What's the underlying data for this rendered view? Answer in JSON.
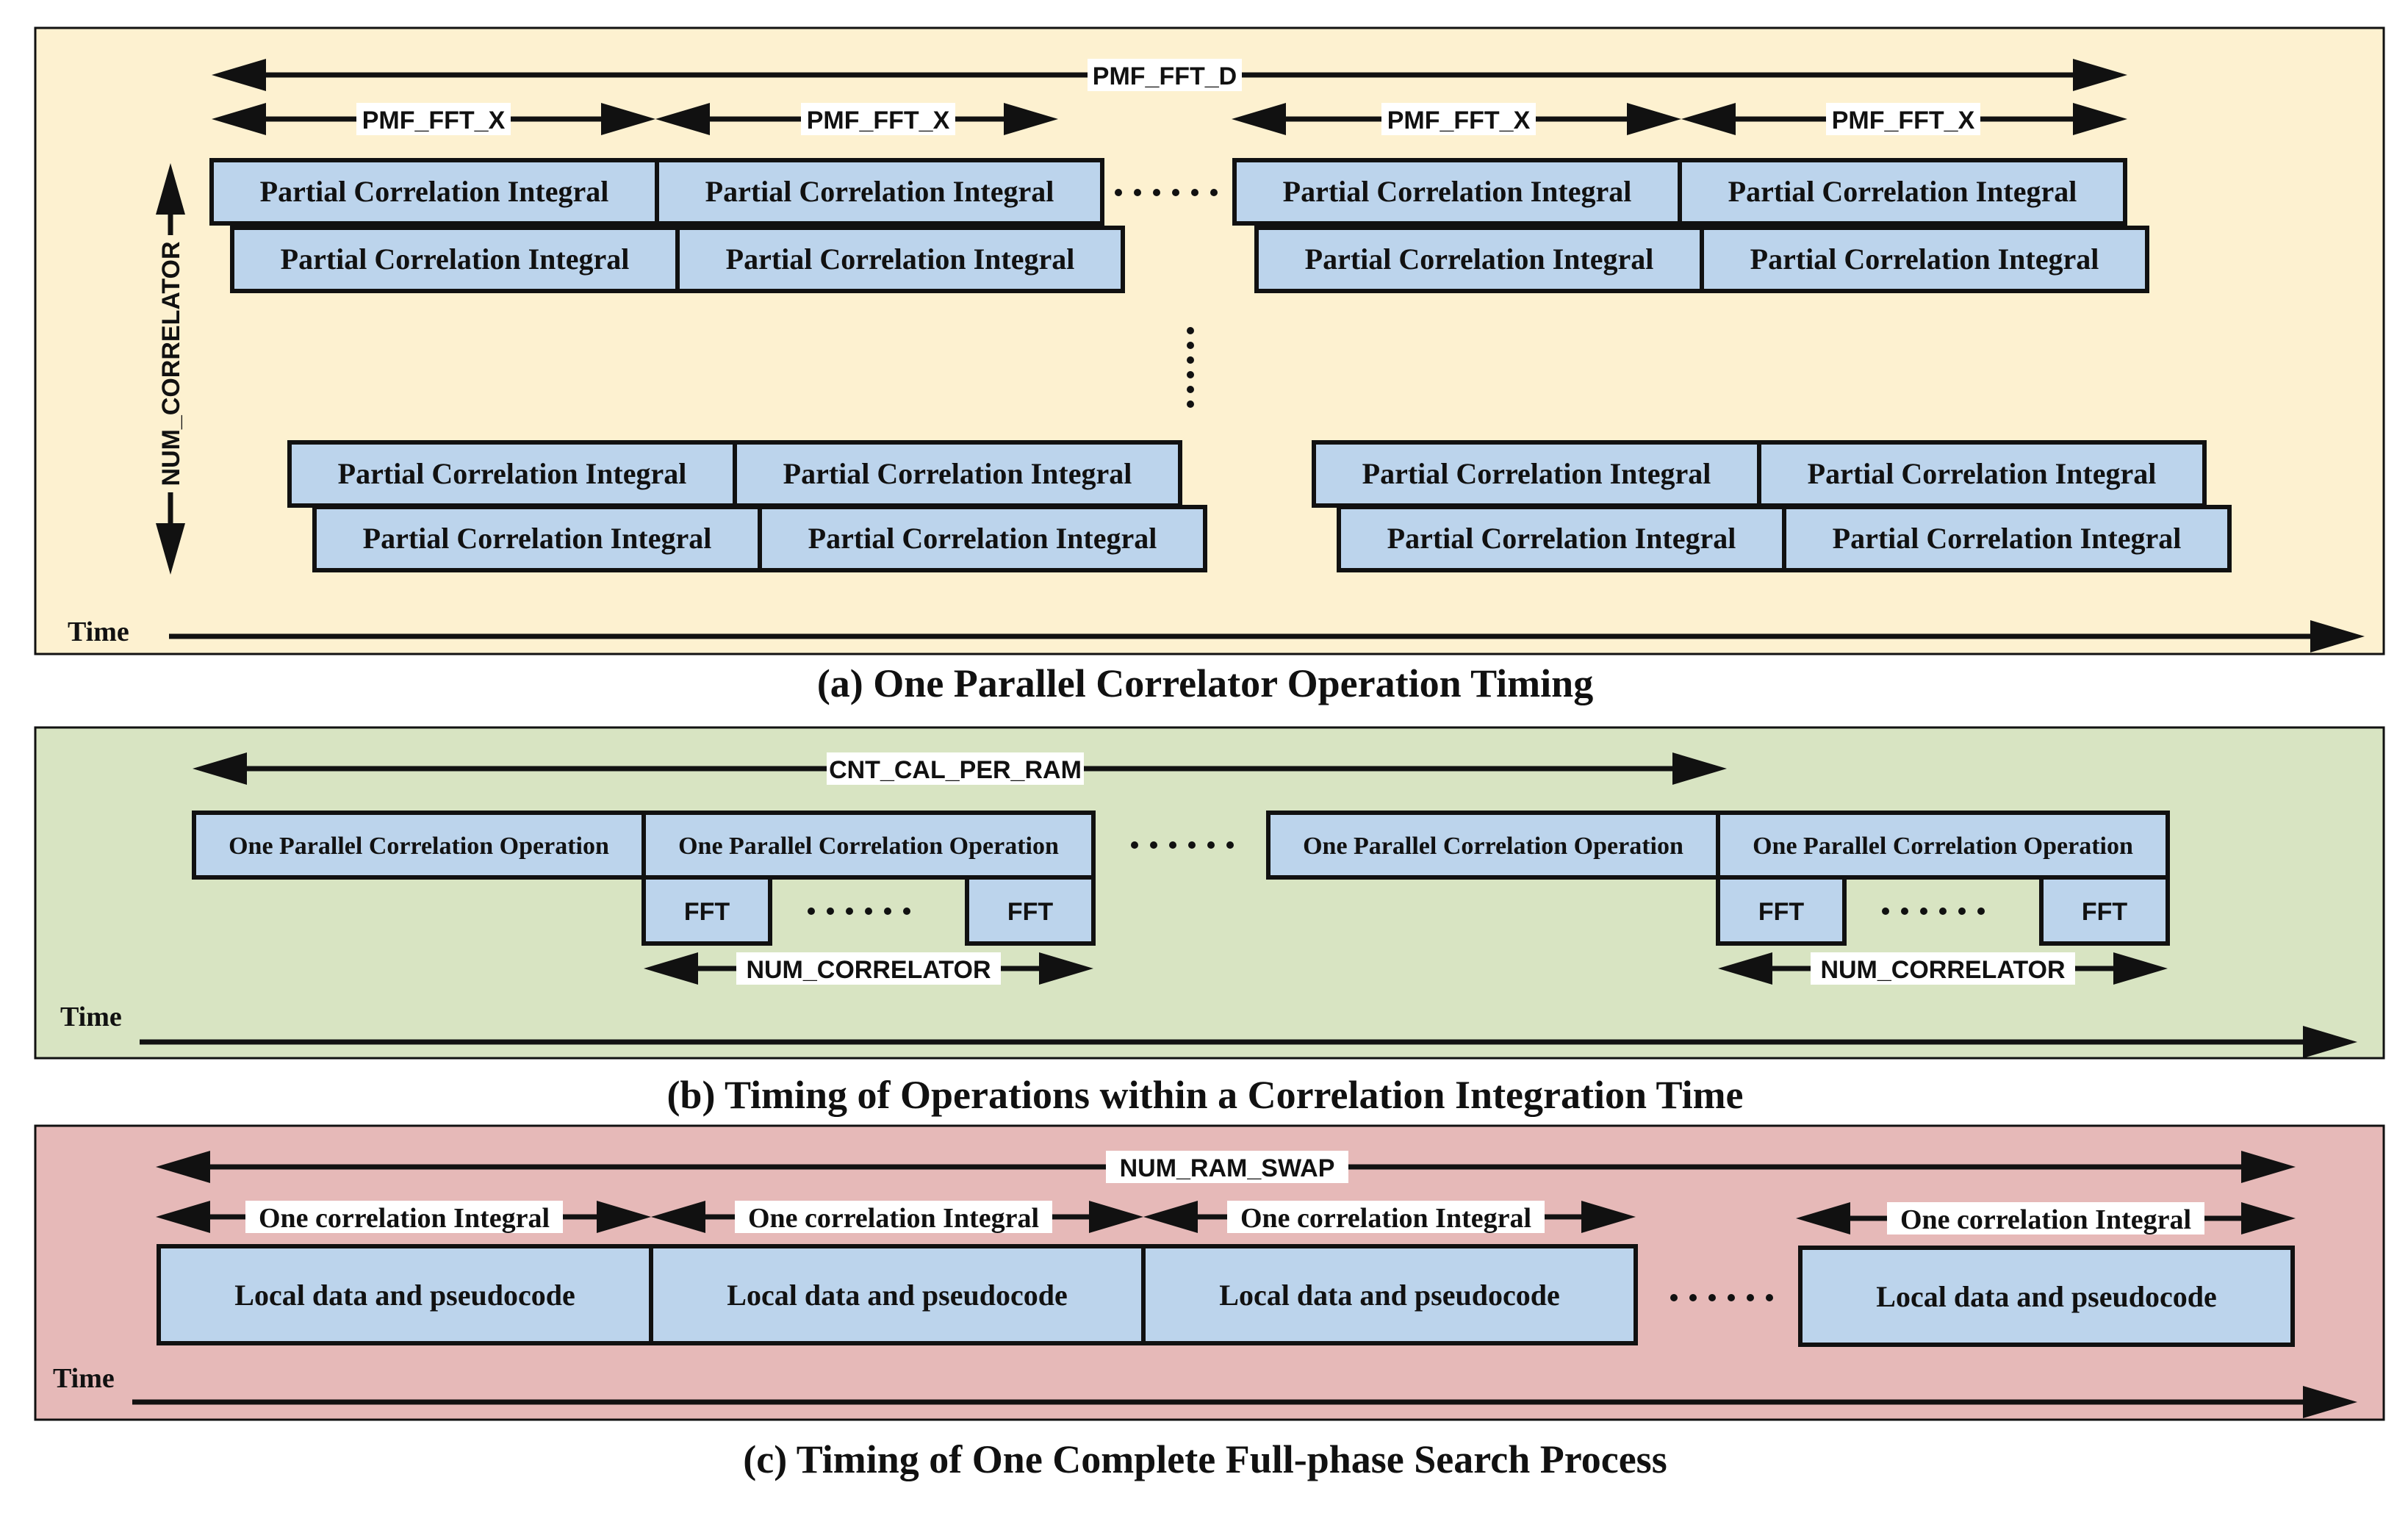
{
  "colors": {
    "panel_a_bg": "#fdf1d0",
    "panel_b_bg": "#d8e4c2",
    "panel_c_bg": "#e6b9b8",
    "box_fill": "#bcd4ec",
    "stroke": "#111111"
  },
  "panel_a": {
    "caption": "(a) One Parallel Correlator Operation Timing",
    "time_label": "Time",
    "top_span_label": "PMF_FFT_D",
    "segment_label": "PMF_FFT_X",
    "vertical_label": "NUM_CORRELATOR",
    "box_label": "Partial Correlation Integral",
    "ellipsis": "......"
  },
  "panel_b": {
    "caption": "(b) Timing of Operations within a Correlation Integration Time",
    "time_label": "Time",
    "top_span_label": "CNT_CAL_PER_RAM",
    "box_label": "One Parallel Correlation Operation",
    "fft_label": "FFT",
    "correlator_label": "NUM_CORRELATOR",
    "ellipsis": "......"
  },
  "panel_c": {
    "caption": "(c) Timing of One Complete Full-phase Search Process",
    "time_label": "Time",
    "top_span_label": "NUM_RAM_SWAP",
    "integral_label": "One correlation Integral",
    "box_label": "Local data and pseudocode",
    "ellipsis": "......"
  }
}
